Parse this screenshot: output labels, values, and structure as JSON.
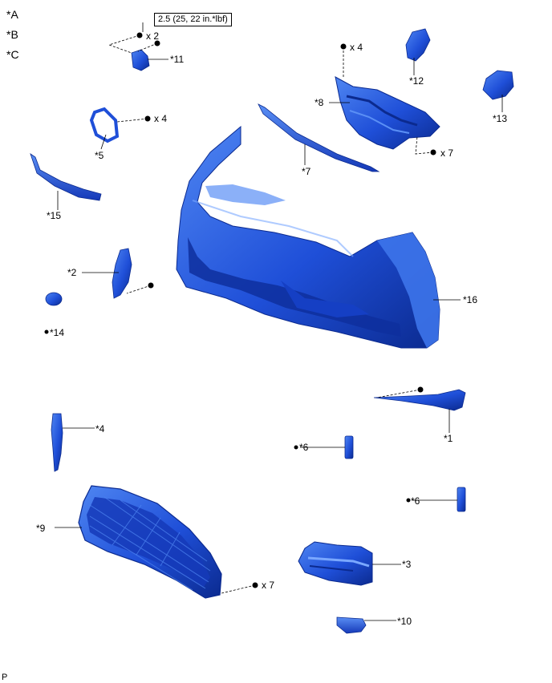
{
  "legend": {
    "a": "*A",
    "b": "*B",
    "c": "*C"
  },
  "torque": "2.5 (25, 22 in.*lbf)",
  "qty": {
    "x2": "x 2",
    "x4_top": "x 4",
    "x4_mid": "x 4",
    "x7_top": "x 7",
    "x7_bottom": "x 7"
  },
  "callouts": {
    "p1": "*1",
    "p2": "*2",
    "p3": "*3",
    "p4": "*4",
    "p5": "*5",
    "p6a": "*6",
    "p6b": "*6",
    "p7": "*7",
    "p8": "*8",
    "p9": "*9",
    "p10": "*10",
    "p11": "*11",
    "p12": "*12",
    "p13": "*13",
    "p14": "*14",
    "p15": "*15",
    "p16": "*16"
  },
  "footer": "P",
  "colors": {
    "part_blue": "#1f4fd8",
    "part_dark": "#0b2a8f",
    "part_light": "#4f86f2"
  }
}
